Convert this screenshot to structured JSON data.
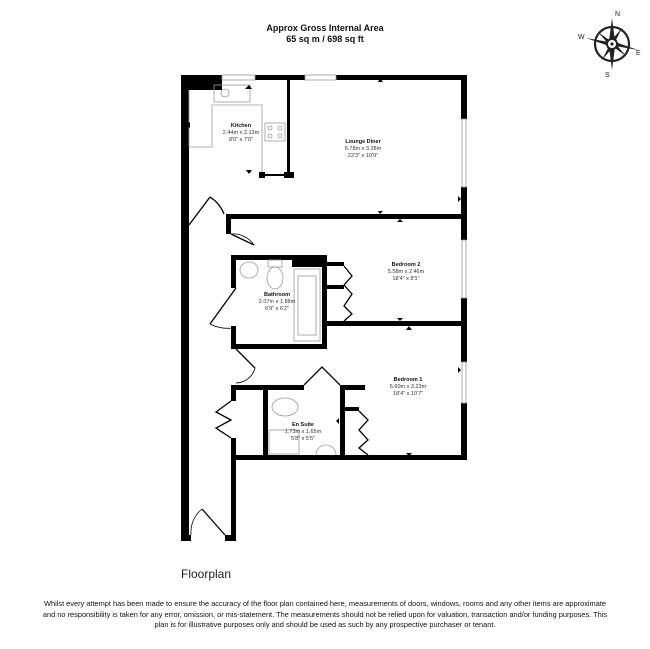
{
  "header": {
    "title_line1": "Approx Gross Internal Area",
    "title_line2": "65 sq m / 698 sq ft"
  },
  "compass": {
    "icon": "compass-rose-icon",
    "north": "N",
    "east": "E",
    "south": "S",
    "west": "W"
  },
  "rooms": [
    {
      "id": "kitchen",
      "name": "Kitchen",
      "metric": "2.44m x 2.13m",
      "imperial": "8'0\" x 7'0\""
    },
    {
      "id": "lounge_diner",
      "name": "Lounge Diner",
      "metric": "6.78m x 3.28m",
      "imperial": "22'3\" x 10'9\""
    },
    {
      "id": "bedroom2",
      "name": "Bedroom 2",
      "metric": "5.58m x 2.46m",
      "imperial": "18'4\" x 8'1\""
    },
    {
      "id": "bathroom",
      "name": "Bathroom",
      "metric": "2.07m x 1.88m",
      "imperial": "6'9\" x 6'2\""
    },
    {
      "id": "bedroom1",
      "name": "Bedroom 1",
      "metric": "5.60m x 3.23m",
      "imperial": "18'4\" x 10'7\""
    },
    {
      "id": "en_suite",
      "name": "En Suite",
      "metric": "1.73m x 1.65m",
      "imperial": "5'8\" x 5'5\""
    }
  ],
  "caption": "Floorplan",
  "disclaimer": "Whilst every attempt has been made to ensure the accuracy of the floor plan contained here, measurements of doors, windows, rooms and any other items are approximate and no responsibility is taken for any error, omission, or mis-statement. The measurements should not be relied upon for valuation, transaction and/or funding purposes. This plan is for illustrative purposes only and should be used as such by any prospective purchaser or tenant.",
  "colors": {
    "wall": "#000000",
    "fixture_line": "#9a9a9a",
    "background": "#ffffff"
  }
}
